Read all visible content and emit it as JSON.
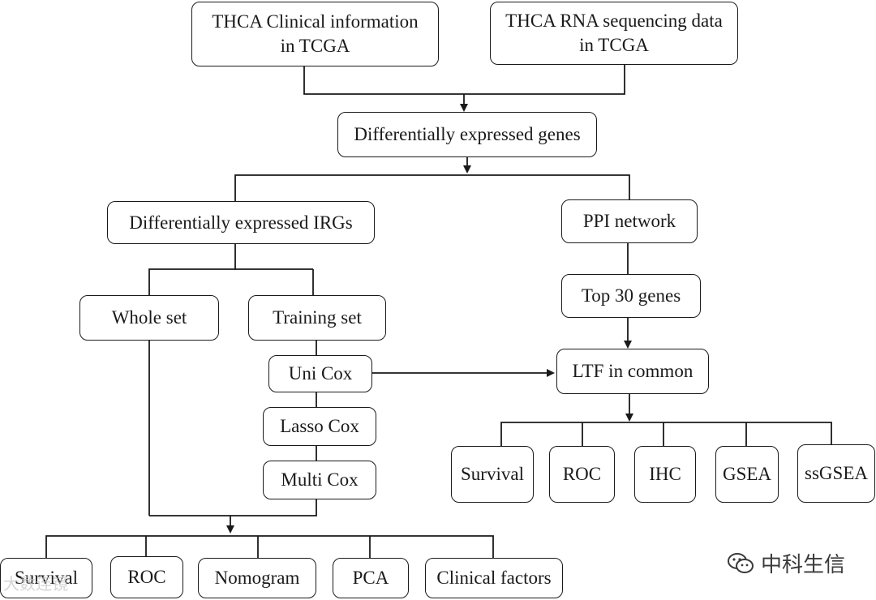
{
  "nodes": {
    "clinical": "THCA Clinical information\nin TCGA",
    "rnaseq": "THCA RNA sequencing data\nin TCGA",
    "deg": "Differentially expressed genes",
    "deirgs": "Differentially expressed IRGs",
    "ppi": "PPI network",
    "whole": "Whole set",
    "training": "Training set",
    "top30": "Top 30 genes",
    "unicox": "Uni Cox",
    "ltf": "LTF in common",
    "lassocox": "Lasso Cox",
    "multicox": "Multi Cox",
    "r_survival": "Survival",
    "r_roc": "ROC",
    "r_ihc": "IHC",
    "r_gsea": "GSEA",
    "r_ssgsea": "ssGSEA",
    "b_survival": "Survival",
    "b_roc": "ROC",
    "b_nomogram": "Nomogram",
    "b_pca": "PCA",
    "b_clinical": "Clinical factors"
  },
  "watermark": {
    "brand": "中科生信",
    "icon": "wechat-icon",
    "left_text": "大数连镜"
  },
  "colors": {
    "line": "#1a1a1a",
    "background": "#ffffff"
  }
}
